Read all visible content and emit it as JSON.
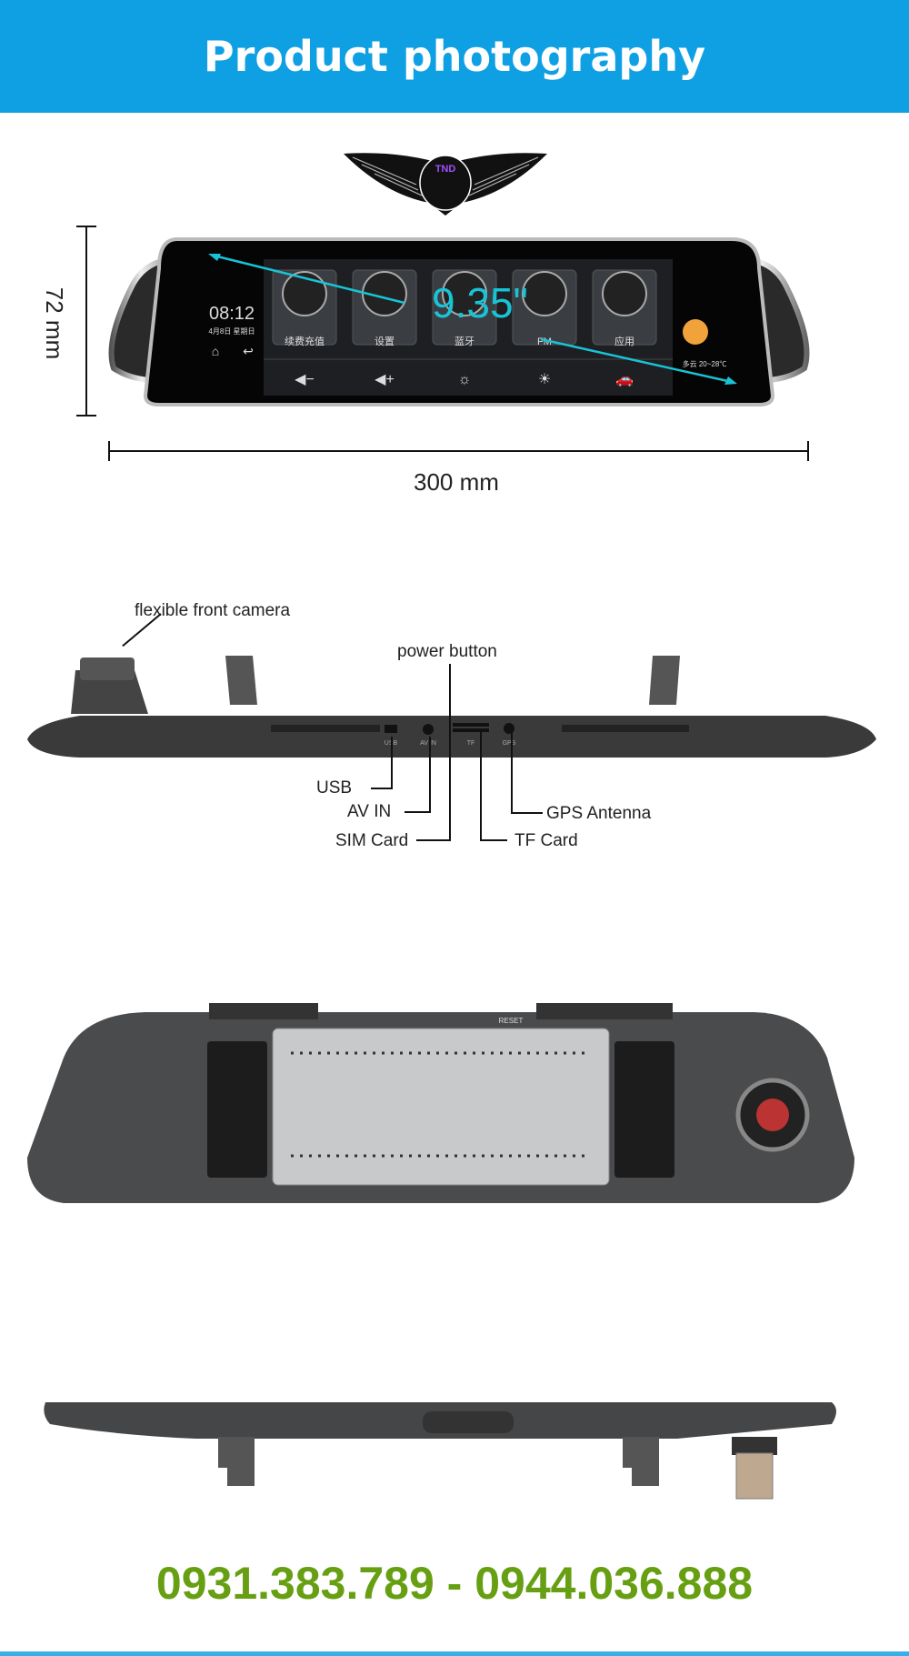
{
  "header": {
    "title": "Product photography"
  },
  "logo": {
    "text": "TND"
  },
  "front_view": {
    "clock": "08:12",
    "date": "4月8日 星期日",
    "apps": [
      "续费充值",
      "设置",
      "蓝牙",
      "FM",
      "应用"
    ],
    "screen_size": "9.35\"",
    "weather": "多云 20~28℃",
    "height_label": "72 mm",
    "width_label": "300 mm"
  },
  "side_view": {
    "callouts": {
      "front_camera": "flexible front camera",
      "power": "power button",
      "usb": "USB",
      "av_in": "AV IN",
      "sim": "SIM Card",
      "tf": "TF Card",
      "gps": "GPS Antenna"
    },
    "port_labels": [
      "USB",
      "AV IN",
      "TF",
      "GPS"
    ]
  },
  "back_view": {
    "reset_label": "RESET"
  },
  "contact": {
    "phones": "0931.383.789 - 0944.036.888"
  },
  "colors": {
    "header": "#0fa0e4",
    "phone": "#679f12",
    "accent": "#19c3d6"
  }
}
